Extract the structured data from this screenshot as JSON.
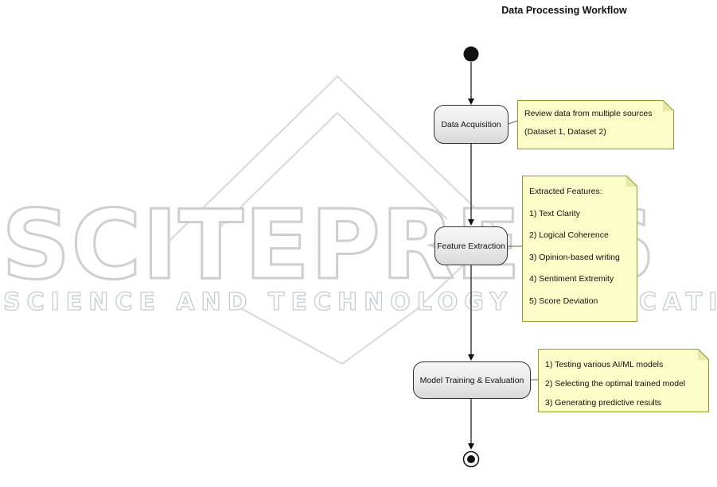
{
  "title": "Data Processing Workflow",
  "watermark": {
    "logo": "SCITEPRESS",
    "tagline": "SCIENCE AND TECHNOLOGY PUBLICATIONS"
  },
  "diagram": {
    "nodes": [
      {
        "label": "Data Acquisition"
      },
      {
        "label": "Feature Extraction"
      },
      {
        "label": "Model Training & Evaluation"
      }
    ],
    "notes": [
      {
        "lines": [
          "Review data from multiple sources",
          "(Dataset 1, Dataset 2)"
        ]
      },
      {
        "lines": [
          "Extracted Features:",
          "1) Text Clarity",
          "2) Logical Coherence",
          "3) Opinion-based writing",
          "4) Sentiment Extremity",
          "5) Score Deviation"
        ]
      },
      {
        "lines": [
          "1) Testing various AI/ML models",
          "2) Selecting the optimal trained model",
          "3) Generating predictive results"
        ]
      }
    ]
  },
  "colors": {
    "note_bg": "#fcfcc8",
    "note_border": "#999933",
    "node_border": "#333333",
    "node_fill": "#ececec",
    "arrow": "#111111",
    "watermark": "#cfcfcf"
  }
}
